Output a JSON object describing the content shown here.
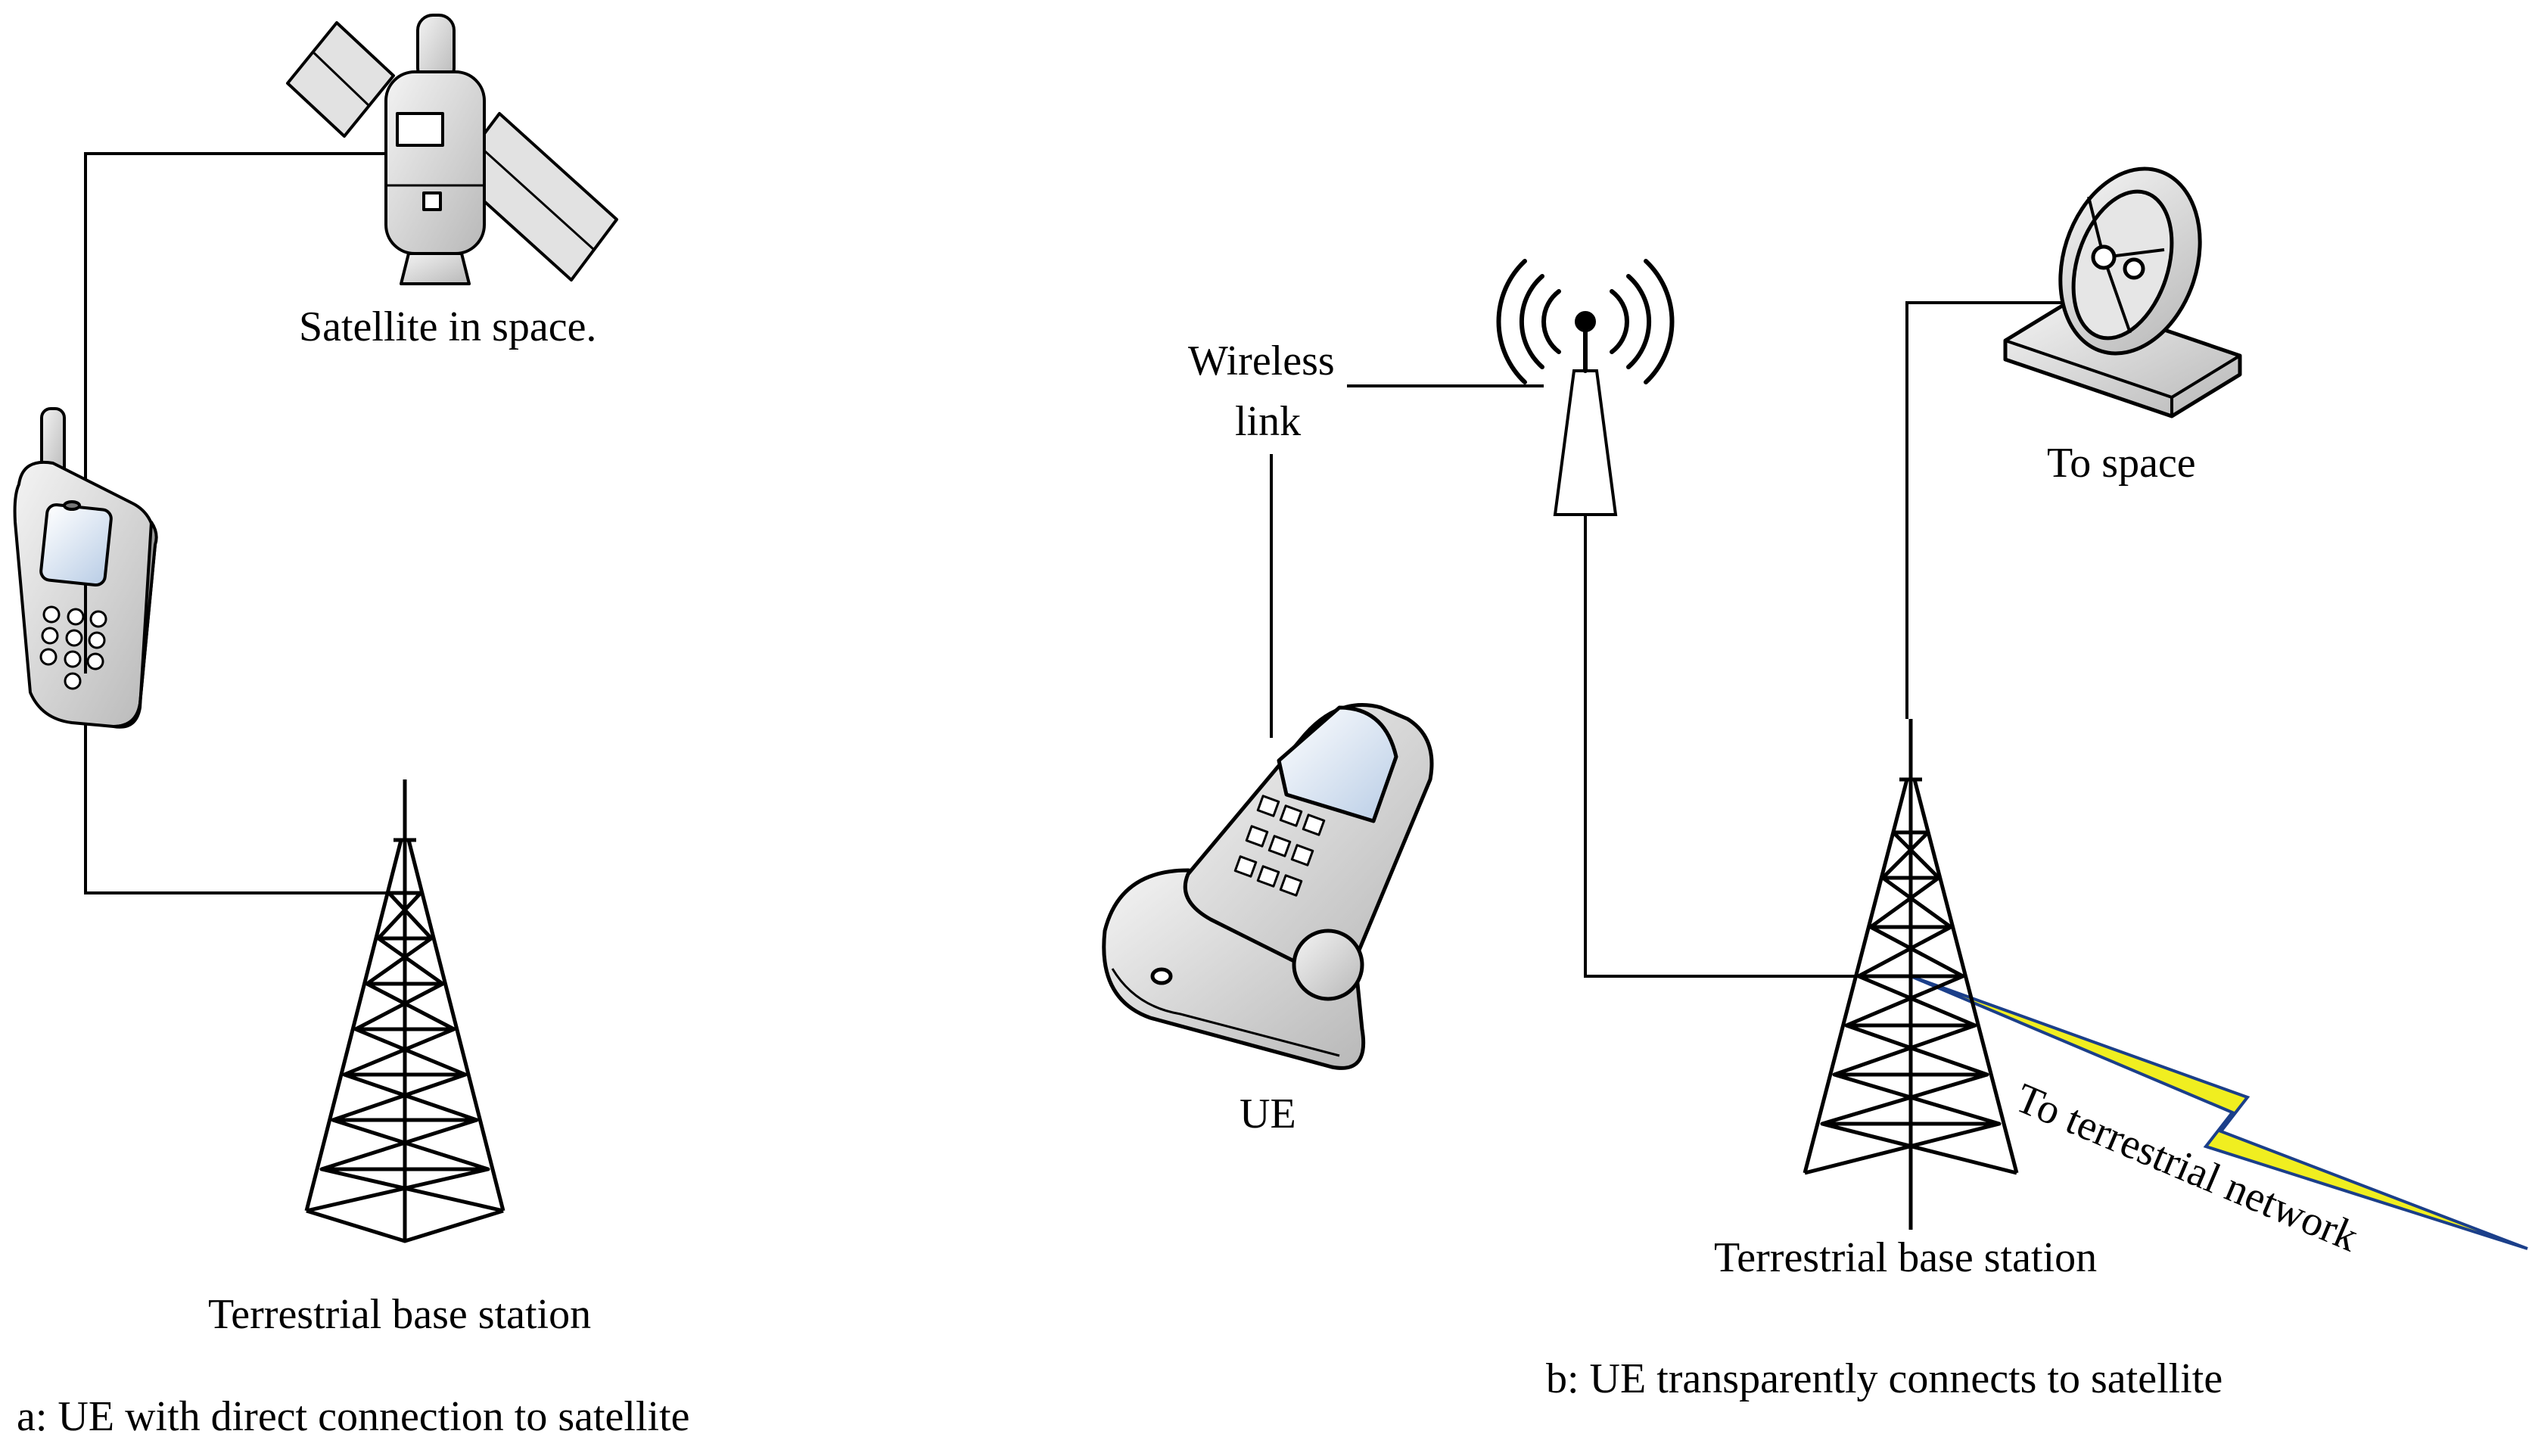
{
  "panel_a": {
    "satellite_label": "Satellite in space.",
    "tower_label": "Terrestrial base station",
    "caption": "a: UE with direct connection to satellite"
  },
  "panel_b": {
    "wireless_label_line1": "Wireless",
    "wireless_label_line2": "link",
    "ue_label": "UE",
    "dish_label": "To space",
    "tower_label": "Terrestrial base station",
    "network_label": "To terrestrial network",
    "caption": "b: UE transparently connects to satellite"
  },
  "colors": {
    "line": "#000000",
    "lightning_fill": "#f0ee20",
    "lightning_stroke": "#1b3f8a",
    "screen": "#d9e6f5",
    "device_grey": "#d4d4d4"
  }
}
